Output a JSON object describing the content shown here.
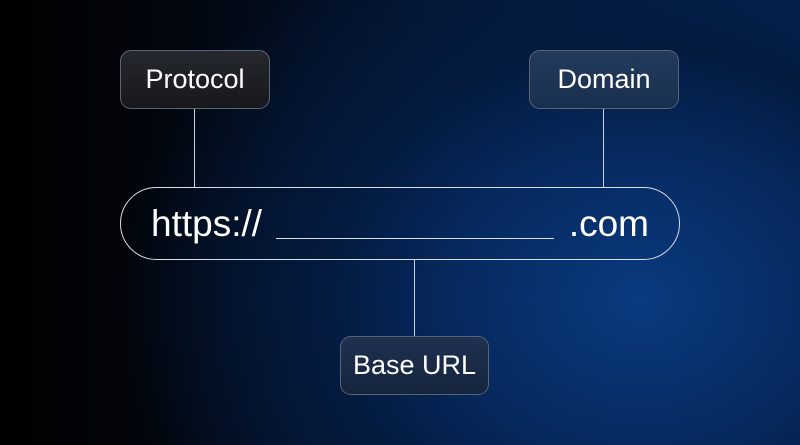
{
  "labels": {
    "protocol": "Protocol",
    "domain": "Domain",
    "base_url": "Base URL"
  },
  "url": {
    "scheme": "https://",
    "tld": ".com"
  }
}
